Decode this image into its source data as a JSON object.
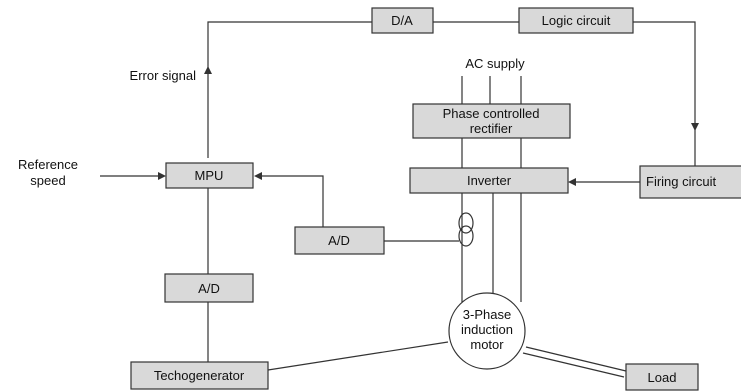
{
  "blocks": {
    "da": "D/A",
    "logic": "Logic circuit",
    "rectifier": [
      "Phase controlled",
      "rectifier"
    ],
    "mpu": "MPU",
    "inverter": "Inverter",
    "firing": "Firing circuit",
    "ad_mid": "A/D",
    "ad_left": "A/D",
    "tacho": "Techogenerator",
    "motor": [
      "3-Phase",
      "induction",
      "motor"
    ],
    "load": "Load"
  },
  "labels": {
    "error_signal": "Error signal",
    "ac_supply": "AC supply",
    "reference_speed": [
      "Reference",
      "speed"
    ]
  }
}
